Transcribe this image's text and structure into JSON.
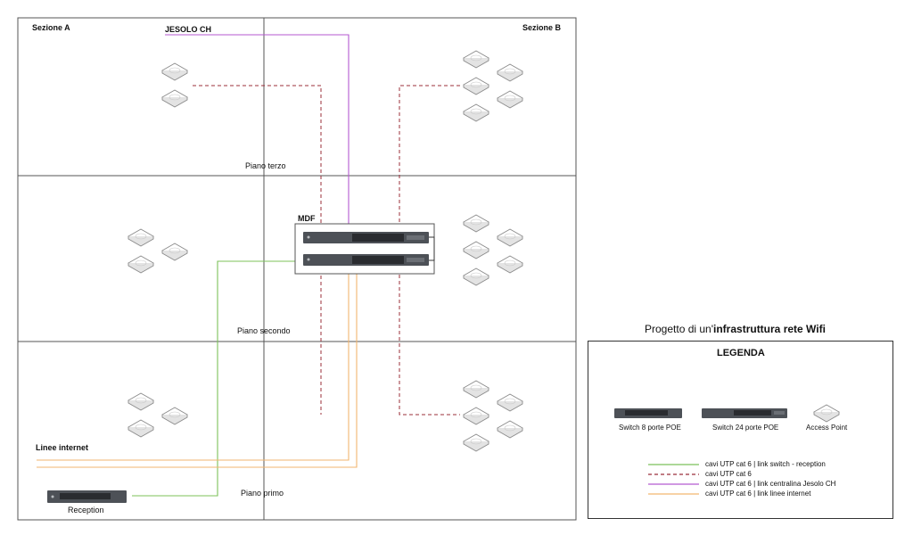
{
  "sections": {
    "left": "Sezione A",
    "right": "Sezione B"
  },
  "floors": {
    "third": "Piano terzo",
    "second": "Piano secondo",
    "first": "Piano primo"
  },
  "labels": {
    "jesolo": "JESOLO CH",
    "mdf": "MDF",
    "internet_lines": "Linee internet",
    "reception": "Reception"
  },
  "project_title": {
    "prefix": "Progetto di un'",
    "bold": "infrastruttura rete Wifi"
  },
  "legend": {
    "title": "LEGENDA",
    "devices": {
      "switch8": "Switch 8 porte POE",
      "switch24": "Switch 24 porte POE",
      "access_point": "Access Point"
    },
    "cables": [
      {
        "label": "cavi UTP cat 6 | link switch - reception",
        "color": "#7cc15a",
        "style": "solid"
      },
      {
        "label": "cavi UTP cat 6",
        "color": "#9b2f3a",
        "style": "dashed"
      },
      {
        "label": "cavi UTP cat 6 | link centralina Jesolo CH",
        "color": "#b45ad1",
        "style": "solid"
      },
      {
        "label": "cavi UTP cat 6 | link linee internet",
        "color": "#f2b66f",
        "style": "solid"
      }
    ]
  }
}
